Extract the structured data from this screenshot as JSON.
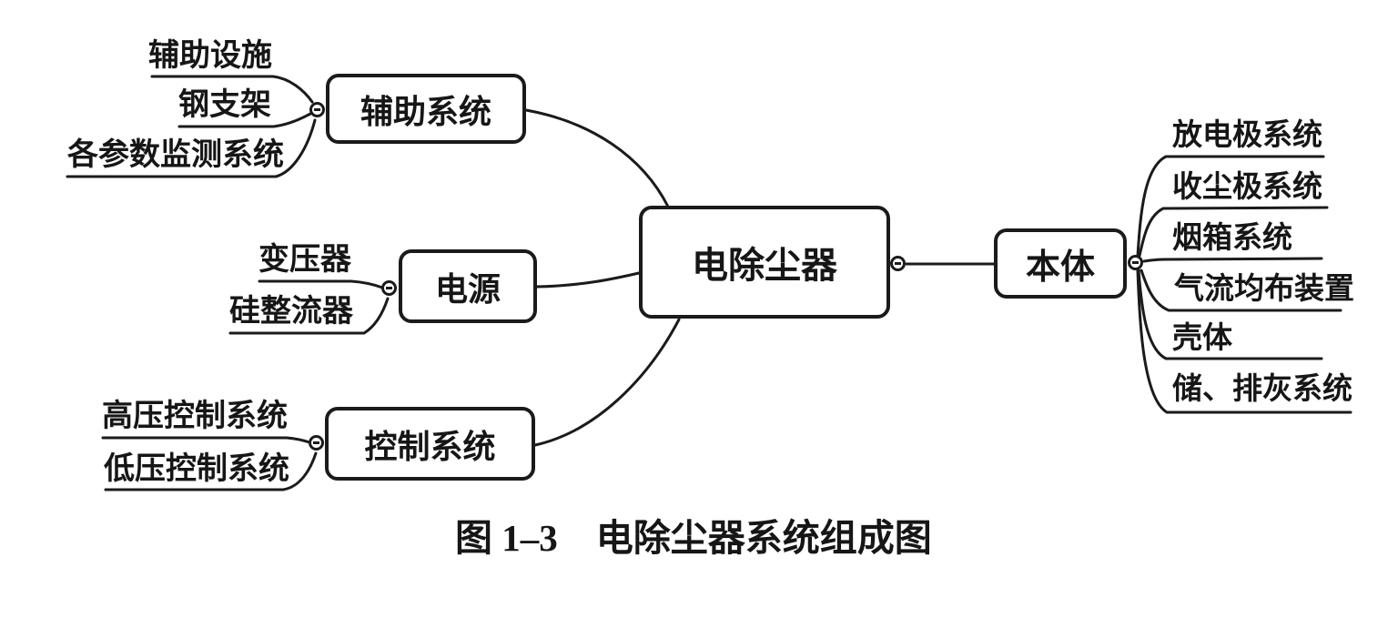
{
  "diagram": {
    "root": "电除尘器",
    "branches": {
      "auxiliary": {
        "label": "辅助系统",
        "children": [
          "辅助设施",
          "钢支架",
          "各参数监测系统"
        ]
      },
      "power": {
        "label": "电源",
        "children": [
          "变压器",
          "硅整流器"
        ]
      },
      "control": {
        "label": "控制系统",
        "children": [
          "高压控制系统",
          "低压控制系统"
        ]
      },
      "body": {
        "label": "本体",
        "children": [
          "放电极系统",
          "收尘极系统",
          "烟箱系统",
          "气流均布装置",
          "壳体",
          "储、排灰系统"
        ]
      }
    }
  },
  "caption": {
    "label": "图 1–3",
    "title": "电除尘器系统组成图"
  }
}
